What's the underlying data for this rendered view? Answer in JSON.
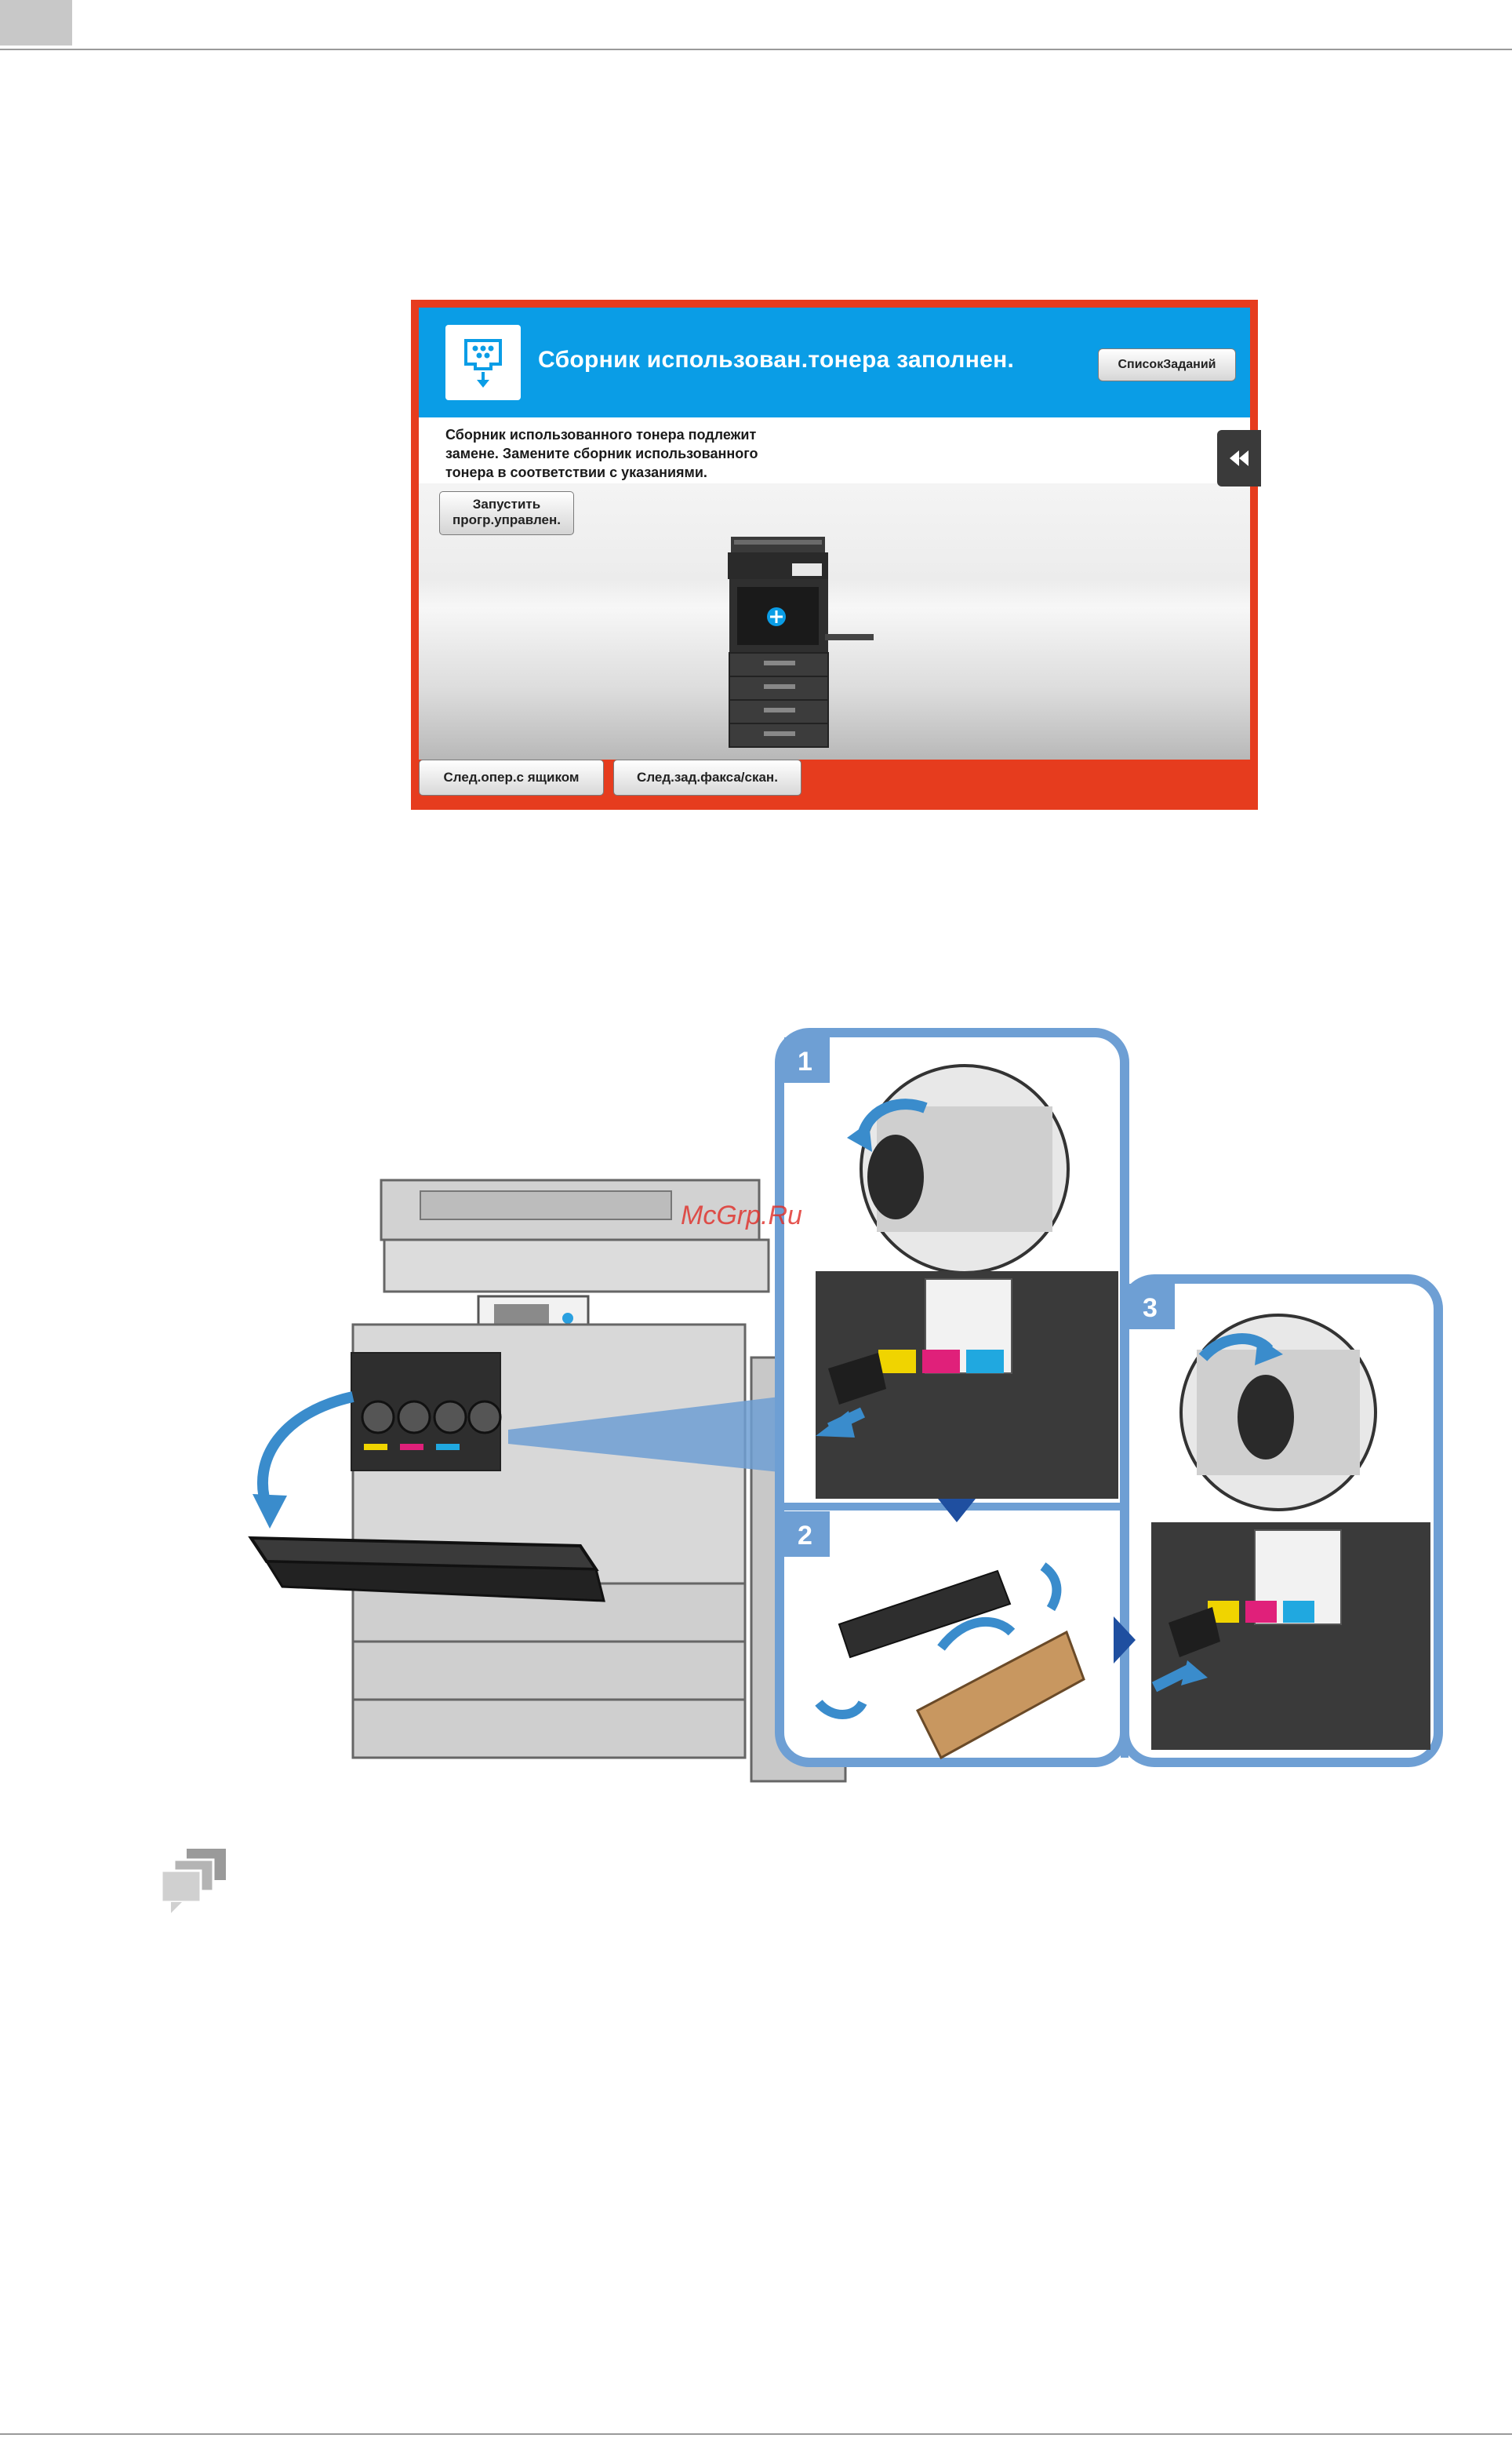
{
  "screen": {
    "header": {
      "title": "Сборник использован.тонера заполнен.",
      "job_list_button": "СписокЗаданий",
      "icon": "waste-toner-box-icon"
    },
    "message_lines": [
      "Сборник использованного тонера подлежит",
      "замене. Замените сборник использованного",
      "тонера в соответствии с указаниями."
    ],
    "guidance_button_lines": [
      "Запустить",
      "прогр.управлен."
    ],
    "footer_buttons": [
      "След.опер.с ящиком",
      "След.зад.факса/скан."
    ],
    "side_tab_icon": "double-chevron-left-icon",
    "colors": {
      "frame": "#e63c1e",
      "header": "#0a9de6"
    }
  },
  "illustration": {
    "steps": [
      "1",
      "2",
      "3"
    ],
    "watermark": "McGrp.Ru"
  },
  "note_icon": "note-icon"
}
